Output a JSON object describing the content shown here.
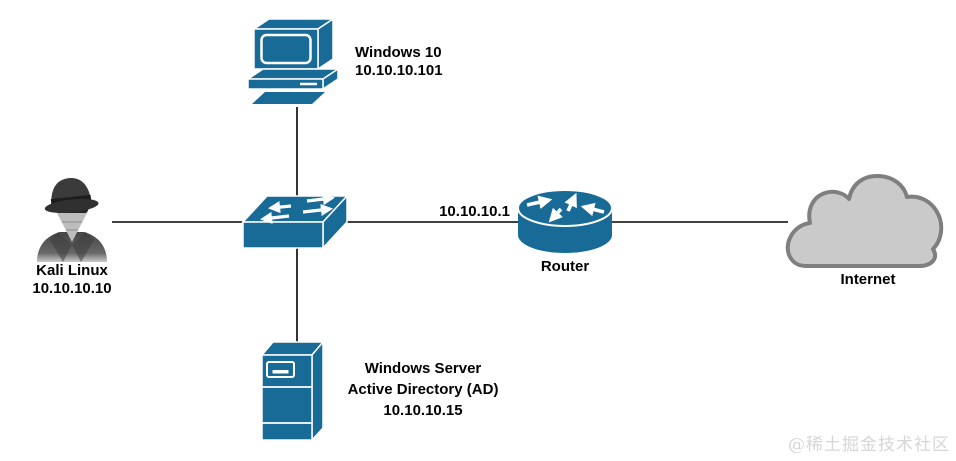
{
  "colors": {
    "device_blue": "#176b96",
    "connection_line": "#000000",
    "cloud_fill": "#cacaca",
    "cloud_stroke": "#7f7f7f",
    "label_text": "#000000",
    "watermark_gray": "#d6d6d6",
    "spy_dark_gray": "#3b3b3b",
    "spy_bandana_gray": "#bdbdbd"
  },
  "nodes": {
    "windows10": {
      "label": "Windows 10",
      "ip": "10.10.10.101",
      "icon": "desktop-computer-icon"
    },
    "kali": {
      "label": "Kali Linux",
      "ip": "10.10.10.10",
      "icon": "hacker-spy-icon"
    },
    "switch": {
      "icon": "network-switch-icon"
    },
    "server": {
      "label": "Windows Server",
      "label2": "Active Directory (AD)",
      "ip": "10.10.10.15",
      "icon": "server-tower-icon"
    },
    "router": {
      "label": "Router",
      "ip": "10.10.10.1",
      "icon": "router-icon"
    },
    "internet": {
      "label": "Internet",
      "icon": "internet-cloud-icon"
    }
  },
  "watermark": "@稀土掘金技术社区"
}
